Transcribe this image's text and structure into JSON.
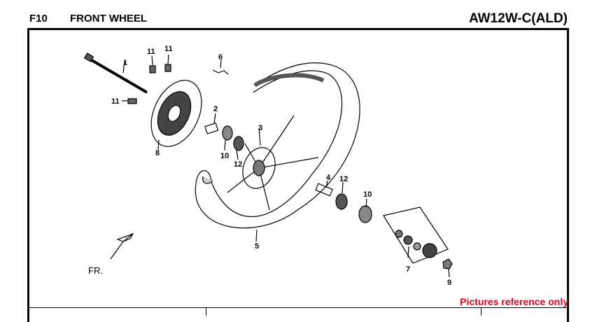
{
  "header": {
    "code": "F10",
    "title": "FRONT WHEEL",
    "model": "AW12W-C(ALD)"
  },
  "note": "Pictures reference only",
  "direction_label": "FR.",
  "callouts": [
    "1",
    "2",
    "3",
    "4",
    "5",
    "6",
    "7",
    "8",
    "9",
    "10",
    "10",
    "11",
    "11",
    "11",
    "12",
    "12"
  ]
}
